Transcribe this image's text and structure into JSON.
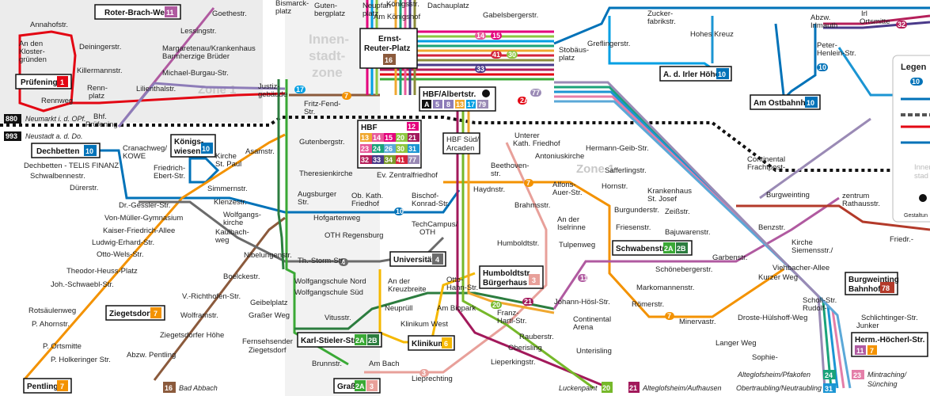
{
  "zones": {
    "zone1_west": "Zone 1",
    "zone1_east": "Zone 1",
    "inner_line1": "Innen-",
    "inner_line2": "stadt-",
    "inner_line3": "zone"
  },
  "regional": {
    "r880_num": "880",
    "r880_text": "Neumarkt i. d. OPf.",
    "r993_num": "993",
    "r993_text": "Neustadt a. d. Do."
  },
  "hubs": {
    "roter_brach": "Roter-Brach-Weg",
    "roter_brach_line": "11",
    "pruefening": "Prüfening",
    "pruefening_line": "1",
    "dechbetten": "Dechbetten",
    "dechbetten_line": "10",
    "koenigswiesen1": "Königs-",
    "koenigswiesen2": "wiesen",
    "koenigswiesen_line": "10",
    "ernst1": "Ernst-",
    "ernst2": "Reuter-Platz",
    "ernst_line": "16",
    "hbf_alberts": "HBF/Albertstr.",
    "hbf": "HBF",
    "universitaet": "Universität",
    "universitaet_line": "4",
    "humboldt1": "Humboldtstr.",
    "humboldt2": "Bürgerhaus",
    "humboldt_line": "3",
    "klinikum": "Klinikum",
    "klinikum_line": "6",
    "stieler": "Karl-Stieler-Str.",
    "gross": "Graß",
    "ziegetsdorf": "Ziegetsdorf",
    "ziegetsdorf_line": "7",
    "pentling": "Pentling",
    "pentling_line": "7",
    "schwaben": "Schwabenstr.",
    "irler": "A. d. Irler Höhe",
    "irler_line": "10",
    "ostbahnhof": "Am Ostbahnhof",
    "ostbahnhof_line": "10",
    "burgweinting1": "Burgweinting",
    "burgweinting2": "Bahnhof",
    "burgweinting_line": "78",
    "hoecherl": "Herm.-Höcherl-Str.",
    "hbf_sued1": "HBF Süd/",
    "hbf_sued2": "Arcaden"
  },
  "stations": [
    "Annahofstr.",
    "An den",
    "Kloster-",
    "gründen",
    "Deiningerstr.",
    "Killermannstr.",
    "Rennweg",
    "Renn-",
    "platz",
    "Bhf.",
    "Prüfening",
    "Goethestr.",
    "Lessingstr.",
    "Margaretenau/Krankenhaus",
    "Barmherzige Brüder",
    "Michael-Burgau-Str.",
    "Lilienthalstr.",
    "Bismarck-",
    "platz",
    "Guten-",
    "bergplatz",
    "Neupfarr-",
    "platz",
    "Königsstr.",
    "Am Königshof",
    "Dachauplatz",
    "Gabelsbergerstr.",
    "Stobäus-",
    "platz",
    "Greflingerstr.",
    "Zucker-",
    "fabrikstr.",
    "Hohes Kreuz",
    "Abzw.",
    "Irlmauth",
    "Irl",
    "Ortsmitte",
    "Peter-",
    "Henlein-Str.",
    "Justiz-",
    "gebäude",
    "Fritz-Fend-",
    "Str.",
    "Gutenbergstr.",
    "Asamstr.",
    "Cranachweg/",
    "KOWE",
    "Dechbetten - TELIS FINANZ",
    "Schwalbennestr.",
    "Dürerstr.",
    "Friedrich-",
    "Ebert-Str.",
    "Kirche",
    "St. Paul",
    "Dr.-Gessler-Str.",
    "Simmernstr.",
    "Klenzestr.",
    "Von-Müller-Gymnasium",
    "Kaiser-Friedrich-Allee",
    "Ludwig-Erhard-Str.",
    "Otto-Wels-Str.",
    "Theodor-Heuss-Platz",
    "Joh.-Schwaebl-Str.",
    "Rotsäulenweg",
    "P. Ahornstr.",
    "P. Ortsmitte",
    "P. Holkeringer Str.",
    "Wolfgangs-",
    "kirche",
    "Kaulbach-",
    "weg",
    "Theresienkirche",
    "Augsburger",
    "Str.",
    "Hofgartenweg",
    "Ob. Kath.",
    "Friedhof",
    "Bischof-",
    "Konrad-Str.",
    "Ev. Zentralfriedhof",
    "OTH Regensburg",
    "TechCampus/",
    "OTH",
    "Nibelungenstr.",
    "Th.-Storm-Str.",
    "Wolfgangschule Nord",
    "Wolfgangschule Süd",
    "Boelckestr.",
    "V.-Richthofen-Str.",
    "Wolframstr.",
    "Geibelplatz",
    "Graßer Weg",
    "Ziegetsdorfer Höhe",
    "Abzw. Pentling",
    "Fernsehsender",
    "Ziegetsdorf",
    "Vitusstr.",
    "An der",
    "Kreuzbreite",
    "Neuprüll",
    "Klinikum West",
    "Otto-",
    "Hahn-Str.",
    "Am Biopark",
    "Franz-",
    "Hartl-Str.",
    "Brunnstr.",
    "Am Bach",
    "Lieprechting",
    "Unterer",
    "Kath. Friedhof",
    "Antoniuskirche",
    "Beethoven-",
    "str.",
    "Haydnstr.",
    "Alfons-",
    "Auer-Str.",
    "Hornstr.",
    "Brahmsstr.",
    "An der",
    "Iselrinne",
    "Burgunderstr.",
    "Friesenstr.",
    "Tulpenweg",
    "Humboldtstr.",
    "Johann-Hösl-Str.",
    "Continental",
    "Arena",
    "Unterisling",
    "Rauberstr.",
    "Oberisling",
    "Lieperkingstr.",
    "Hermann-Geib-Str.",
    "Safferlingstr.",
    "Krankenhaus",
    "St. Josef",
    "Zeißstr.",
    "Bajuwarenstr.",
    "Schönebergerstr.",
    "Markomannenstr.",
    "Römerstr.",
    "Minervastr.",
    "Garbenstr.",
    "Benzstr.",
    "Burgweinting",
    "Kirche",
    "Siemensstr./",
    "Continental",
    "Frachtpost-",
    "zentrum",
    "Rathausstr.",
    "Friedr.-",
    "Viehbacher-Allee",
    "Kurzer Weg",
    "Droste-Hülshoff-Weg",
    "Langer Weg",
    "Sophie-",
    "Scholl-Str.",
    "Rudolf-",
    "Schlichtinger-Str.",
    "Junker"
  ],
  "footer": {
    "bad_abbach_line": "16",
    "bad_abbach": "Bad Abbach",
    "luckenpaint": "Luckenpaint",
    "luckenpaint_line": "20",
    "alteglofsheim_line": "21",
    "alteglofsheim": "Alteglofsheim/Aufhausen",
    "pfakofen": "Alteglofsheim/Pfakofen",
    "pfakofen_line": "24",
    "obertraubling": "Obertraubling/Neutraubling",
    "obertraubling_line": "31",
    "mintraching_line": "23",
    "mintraching1": "Mintraching/",
    "mintraching2": "Sünching"
  },
  "legend": {
    "title": "Legen",
    "item1": "Innen",
    "item2": "stad",
    "note": "Gestaltun"
  },
  "colors": {
    "l1": "#e30613",
    "l2": "#3aa935",
    "l3": "#e8a09a",
    "l4": "#6b6b6b",
    "l5": "#8b8b3a",
    "l6": "#f5b800",
    "l7": "#f39200",
    "l8": "#8d7cb8",
    "l9": "#00a0c6",
    "l10": "#0072b8",
    "l11": "#b05aa0",
    "l12": "#e4007c",
    "l13": "#f0a830",
    "l14": "#e85a9a",
    "l15": "#c95a5a",
    "l16": "#8b5a3c",
    "l17": "#009fe3",
    "l20": "#76b82a",
    "l21": "#a2195b",
    "l23": "#e47ea8",
    "l24": "#1aa37a",
    "l26": "#5ba8d8",
    "l28": "#2c7d3f",
    "l30": "#8dc63f",
    "l31": "#1b95d3",
    "l32": "#b51f5a",
    "l33": "#4a3a8a",
    "l34": "#7a9a2a",
    "l41": "#d4243b",
    "l77": "#9a8ab5",
    "l78": "#b33a2a"
  }
}
